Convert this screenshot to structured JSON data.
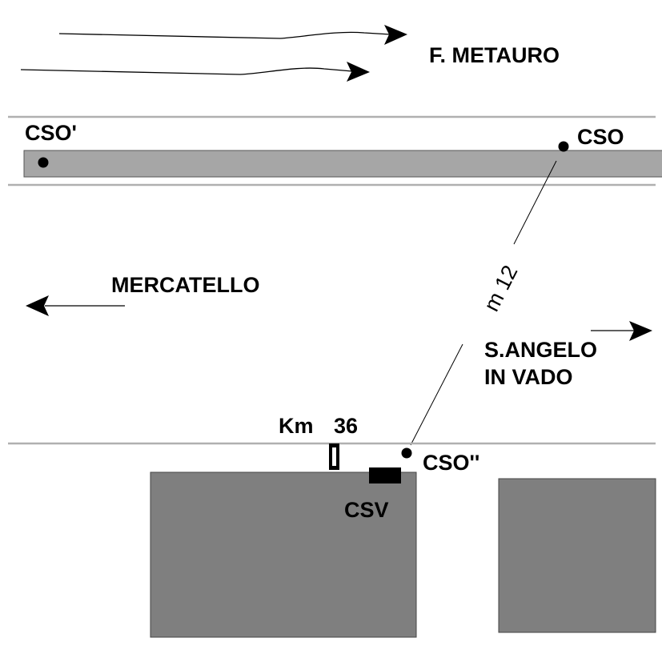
{
  "labels": {
    "river": "F. METAURO",
    "cso_prime": "CSO'",
    "cso": "CSO",
    "mercatello": "MERCATELLO",
    "distance": "m 12",
    "s_angelo_line1": "S.ANGELO",
    "s_angelo_line2": "IN VADO",
    "km": "Km",
    "km_value": "36",
    "cso_double_prime": "CSO''",
    "csv": "CSV"
  },
  "colors": {
    "channel_fill": "#a6a6a6",
    "building_fill": "#7f7f7f",
    "road_line": "#b0b0b0",
    "ink": "#000000"
  }
}
